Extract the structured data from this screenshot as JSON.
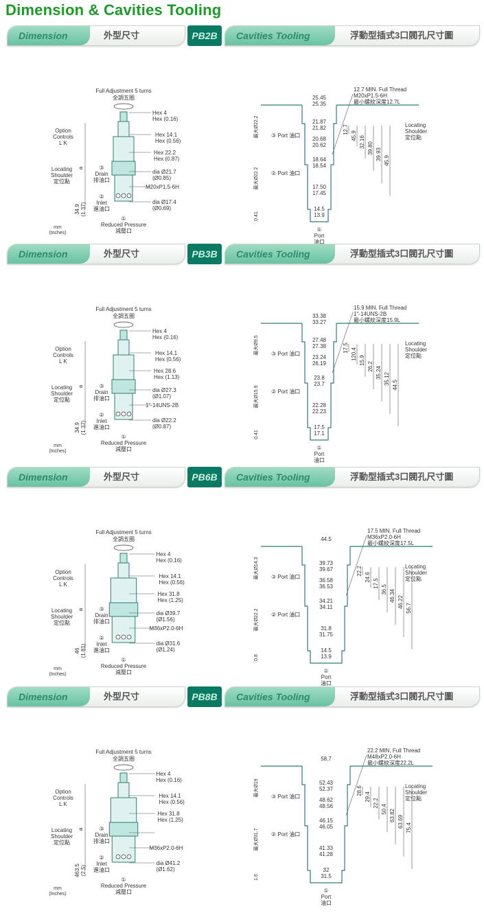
{
  "page": {
    "title": "Dimension & Cavities Tooling"
  },
  "banner": {
    "dimension_en": "Dimension",
    "dimension_zh": "外型尺寸",
    "cavities_en": "Cavities Tooling",
    "cavities_zh": "浮動型插式3口閥孔尺寸圖"
  },
  "common": {
    "full_adjust": "Full Adjustment 5 turns",
    "full_adjust_zh": "全調五圈",
    "option": "Option",
    "controls": "Controls",
    "lk": "L   K",
    "locating": "Locating",
    "shoulder": "Shoulder",
    "locating_zh": "定位點",
    "drain": "Drain",
    "drain_zh": "排油口",
    "inlet": "Inlet",
    "inlet_zh": "進油口",
    "reduced": "Reduced Pressure",
    "reduced_zh": "減壓口",
    "mm": "mm",
    "inches": "(Inches)",
    "a": "a",
    "port": "Port",
    "port_zh": "油口",
    "port_oil": "Port 油口",
    "n1": "①",
    "n2": "②",
    "n3": "③"
  },
  "sections": [
    {
      "model": "PB2B",
      "hex_a": "Hex 4",
      "hex_a_in": "Hex (0.16)",
      "hex_b": "Hex 14.1",
      "hex_b_in": "Hex (0.56)",
      "hex_c": "Hex 22.2",
      "hex_c_in": "Hex (0.87)",
      "dia_a": "dia  Ø21.7",
      "dia_a_in": "(Ø0.85)",
      "thread": "M20xP1.5-6H",
      "dia_b": "dia  Ø17.4",
      "dia_b_in": "(Ø0.69)",
      "body_len": "34.9",
      "body_len_in": "(1.37)",
      "cav_thread_1": "12.7 MIN. Full Thread",
      "cav_thread_2": "M20xP1.5-6H",
      "cav_thread_3": "最小螺紋深度12.7L",
      "diam_top": "最大Ø22.2",
      "diam_mid": "最大Ø22.2",
      "shoulder_small": "0.41",
      "diams": [
        [
          "25.45",
          "25.35"
        ],
        [
          "21.87",
          "21.82"
        ],
        [
          "20.68",
          "20.62"
        ],
        [
          "18.64",
          "18.54"
        ],
        [
          "17.50",
          "17.45"
        ],
        [
          "14.5",
          "13.9"
        ]
      ],
      "depths": [
        "12.7",
        "45.9",
        "32.16",
        "39.80",
        "39.93",
        "45.9"
      ]
    },
    {
      "model": "PB3B",
      "hex_a": "Hex 4",
      "hex_a_in": "Hex (0.16)",
      "hex_b": "Hex 14.1",
      "hex_b_in": "Hex (0.56)",
      "hex_c": "Hex 28.6",
      "hex_c_in": "Hex (1.13)",
      "dia_a": "dia  Ø27.3",
      "dia_a_in": "(Ø1.07)",
      "thread": "1\"-14UNS-2B",
      "dia_b": "dia  Ø22.2",
      "dia_b_in": "(Ø0.87)",
      "body_len": "34.9",
      "body_len_in": "(1.37)",
      "cav_thread_1": "15.9 MIN. Full Thread",
      "cav_thread_2": "1\"-14UNS-2B",
      "cav_thread_3": "最小螺紋深度15.9L",
      "diam_top": "最大Ø9.5",
      "diam_mid": "最大Ø15.9",
      "shoulder_small": "0.41",
      "diams": [
        [
          "33.38",
          "33.27"
        ],
        [
          "27.48",
          "27.38"
        ],
        [
          "23.24",
          "26.19"
        ],
        [
          "23.8",
          "23.7"
        ],
        [
          "22.28",
          "22.23"
        ],
        [
          "17.5",
          "17.1"
        ]
      ],
      "depths": [
        "17.5",
        "120.4",
        "15.9",
        "26.2",
        "35.24",
        "35.12",
        "44.5"
      ]
    },
    {
      "model": "PB6B",
      "hex_a": "Hex 4",
      "hex_a_in": "Hex (0.16)",
      "hex_b": "Hex 14.1",
      "hex_b_in": "Hex (0.56)",
      "hex_c": "Hex 31.8",
      "hex_c_in": "Hex (1.25)",
      "dia_a": "dia  Ø39.7",
      "dia_a_in": "(Ø1.56)",
      "thread": "M36xP2.0-6H",
      "dia_b": "dia  Ø31.6",
      "dia_b_in": "(Ø1.24)",
      "body_len": "46",
      "body_len_in": "(1.81)",
      "cav_thread_1": "17.5 MIN. Full Thread",
      "cav_thread_2": "M36xP2.0-6H",
      "cav_thread_3": "最小螺紋深度17.5L",
      "diam_top": "最大Ø14.3",
      "diam_mid": "最大Ø22.2",
      "shoulder_small": "0.8",
      "diams": [
        [
          "44.5",
          ""
        ],
        [
          "39.73",
          "39.67"
        ],
        [
          "36.58",
          "36.53"
        ],
        [
          "34.21",
          "34.11"
        ],
        [
          "31.8",
          "31.75"
        ],
        [
          "14.5",
          "13.9"
        ]
      ],
      "depths": [
        "22.2",
        "24.6",
        "17.5",
        "36.5",
        "46.34",
        "46.22",
        "56.7"
      ]
    },
    {
      "model": "PB8B",
      "hex_a": "Hex 4",
      "hex_a_in": "Hex (0.16)",
      "hex_b": "Hex 14.1",
      "hex_b_in": "Hex (0.56)",
      "hex_c": "Hex 31.8",
      "hex_c_in": "Hex (1.25)",
      "dia_a": "",
      "dia_a_in": "",
      "thread": "M36xP2.0-6H",
      "dia_b": "dia  Ø41.2",
      "dia_b_in": "(Ø1.62)",
      "body_len": "463.5",
      "body_len_in": "(2.5)",
      "cav_thread_1": "22.2 MIN. Full Thread",
      "cav_thread_2": "M48xP2.0-6H",
      "cav_thread_3": "最小螺紋深度22.2L",
      "diam_top": "最大Ø19",
      "diam_mid": "最大Ø31.7",
      "shoulder_small": "1.6",
      "diams": [
        [
          "58.7",
          ""
        ],
        [
          "52.43",
          "52.37"
        ],
        [
          "48.62",
          "48.56"
        ],
        [
          "46.15",
          "46.05"
        ],
        [
          "41.33",
          "41.28"
        ],
        [
          "32",
          "31.5"
        ]
      ],
      "depths": [
        "28.6",
        "29.4",
        "22.2",
        "50.4",
        "63.82",
        "63.69",
        "75.4"
      ]
    }
  ]
}
